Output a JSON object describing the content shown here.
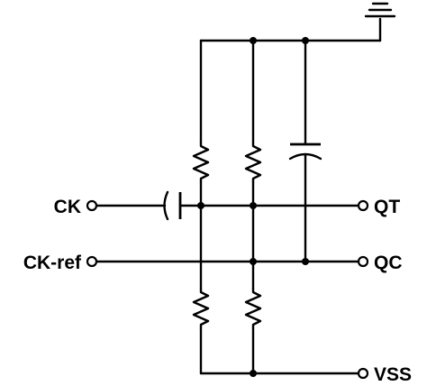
{
  "diagram": {
    "terminals": {
      "ck": "CK",
      "ck_ref": "CK-ref",
      "qt": "QT",
      "qc": "QC",
      "vss": "VSS"
    }
  }
}
